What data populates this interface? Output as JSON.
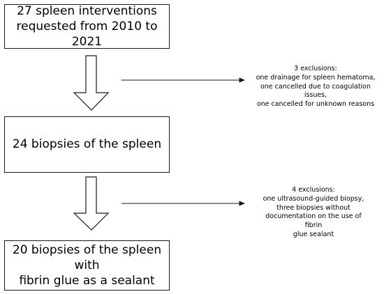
{
  "boxes": {
    "interventions": "27 spleen interventions\nrequested from 2010 to 2021",
    "biopsies": "24 biopsies of the spleen",
    "with_glue": "20 biopsies of the spleen with\nfibrin glue as a sealant"
  },
  "exclusions": {
    "first": "3 exclusions:\none drainage for spleen hematoma,\none cancelled due to coagulation issues,\none cancelled for unknown reasons",
    "second": "4 exclusions:\none ultrasound-guided biopsy,\nthree biopsies without\ndocumentation on the use of fibrin\nglue sealant"
  }
}
